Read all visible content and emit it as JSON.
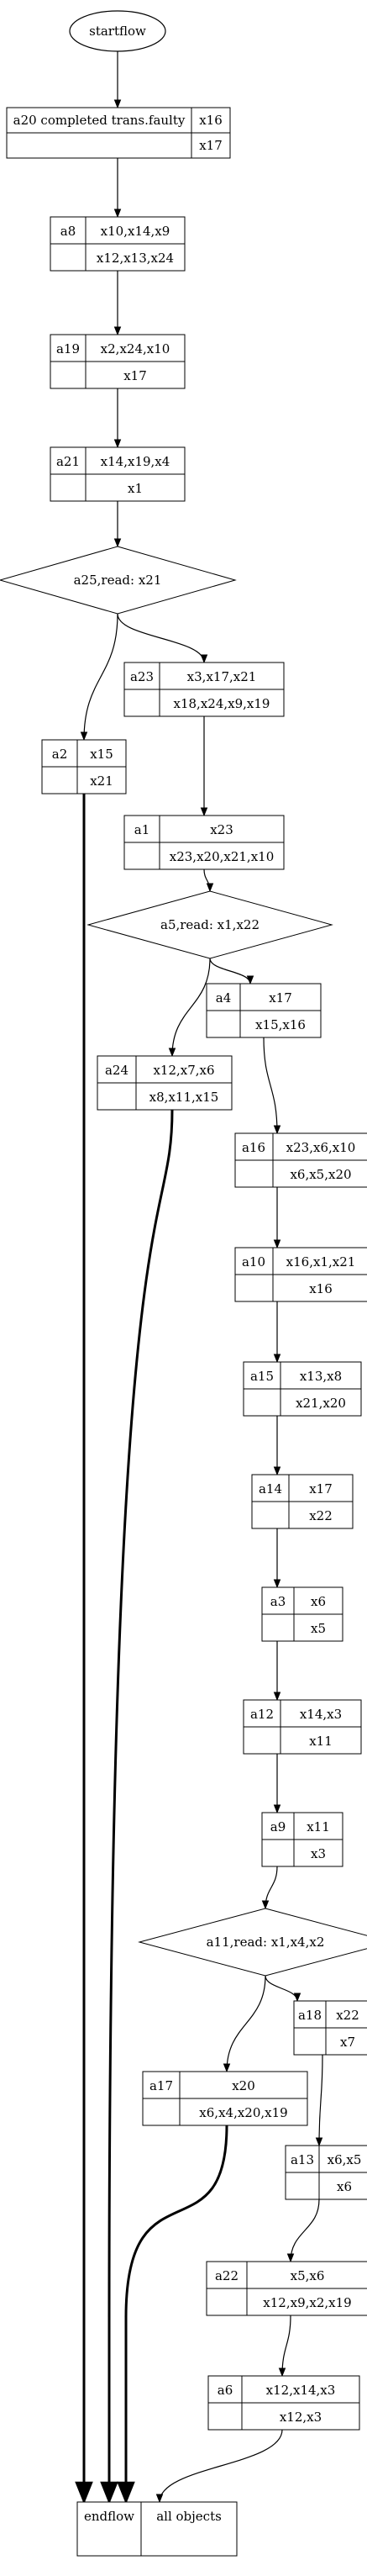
{
  "start": "startflow",
  "nodes": [
    {
      "id": "a20",
      "label": "a20 completed trans.faulty",
      "top": "x16",
      "bottom": "x17"
    },
    {
      "id": "a8",
      "label": "a8",
      "top": "x10,x14,x9",
      "bottom": "x12,x13,x24"
    },
    {
      "id": "a19",
      "label": "a19",
      "top": "x2,x24,x10",
      "bottom": "x17"
    },
    {
      "id": "a21",
      "label": "a21",
      "top": "x14,x19,x4",
      "bottom": "x1"
    },
    {
      "id": "a23",
      "label": "a23",
      "top": "x3,x17,x21",
      "bottom": "x18,x24,x9,x19"
    },
    {
      "id": "a2",
      "label": "a2",
      "top": "x15",
      "bottom": "x21"
    },
    {
      "id": "a1",
      "label": "a1",
      "top": "x23",
      "bottom": "x23,x20,x21,x10"
    },
    {
      "id": "a4",
      "label": "a4",
      "top": "x17",
      "bottom": "x15,x16"
    },
    {
      "id": "a24",
      "label": "a24",
      "top": "x12,x7,x6",
      "bottom": "x8,x11,x15"
    },
    {
      "id": "a16",
      "label": "a16",
      "top": "x23,x6,x10",
      "bottom": "x6,x5,x20"
    },
    {
      "id": "a10",
      "label": "a10",
      "top": "x16,x1,x21",
      "bottom": "x16"
    },
    {
      "id": "a15",
      "label": "a15",
      "top": "x13,x8",
      "bottom": "x21,x20"
    },
    {
      "id": "a14",
      "label": "a14",
      "top": "x17",
      "bottom": "x22"
    },
    {
      "id": "a3",
      "label": "a3",
      "top": "x6",
      "bottom": "x5"
    },
    {
      "id": "a12",
      "label": "a12",
      "top": "x14,x3",
      "bottom": "x11"
    },
    {
      "id": "a9",
      "label": "a9",
      "top": "x11",
      "bottom": "x3"
    },
    {
      "id": "a18",
      "label": "a18",
      "top": "x22",
      "bottom": "x7"
    },
    {
      "id": "a17",
      "label": "a17",
      "top": "x20",
      "bottom": "x6,x4,x20,x19"
    },
    {
      "id": "a13",
      "label": "a13",
      "top": "x6,x5",
      "bottom": "x6"
    },
    {
      "id": "a22",
      "label": "a22",
      "top": "x5,x6",
      "bottom": "x12,x9,x2,x19"
    },
    {
      "id": "a6",
      "label": "a6",
      "top": "x12,x14,x3",
      "bottom": "x12,x3"
    }
  ],
  "decisions": [
    {
      "id": "a25",
      "label": "a25,read: x21"
    },
    {
      "id": "a5",
      "label": "a5,read: x1,x22"
    },
    {
      "id": "a11",
      "label": "a11,read: x1,x4,x2"
    }
  ],
  "end": {
    "label": "endflow",
    "right": "all objects"
  },
  "edges": [
    [
      "start",
      "a20"
    ],
    [
      "a20",
      "a8"
    ],
    [
      "a8",
      "a19"
    ],
    [
      "a19",
      "a21"
    ],
    [
      "a21",
      "a25"
    ],
    [
      "a25",
      "a2"
    ],
    [
      "a25",
      "a23"
    ],
    [
      "a23",
      "a1"
    ],
    [
      "a1",
      "a5"
    ],
    [
      "a5",
      "a24"
    ],
    [
      "a5",
      "a4"
    ],
    [
      "a4",
      "a16"
    ],
    [
      "a16",
      "a10"
    ],
    [
      "a10",
      "a15"
    ],
    [
      "a15",
      "a14"
    ],
    [
      "a14",
      "a3"
    ],
    [
      "a3",
      "a12"
    ],
    [
      "a12",
      "a9"
    ],
    [
      "a9",
      "a11"
    ],
    [
      "a11",
      "a17"
    ],
    [
      "a11",
      "a18"
    ],
    [
      "a18",
      "a13"
    ],
    [
      "a13",
      "a22"
    ],
    [
      "a22",
      "a6"
    ],
    [
      "a6",
      "end"
    ]
  ],
  "bold_edges": [
    [
      "a2",
      "end"
    ],
    [
      "a24",
      "end"
    ],
    [
      "a17",
      "end"
    ]
  ]
}
